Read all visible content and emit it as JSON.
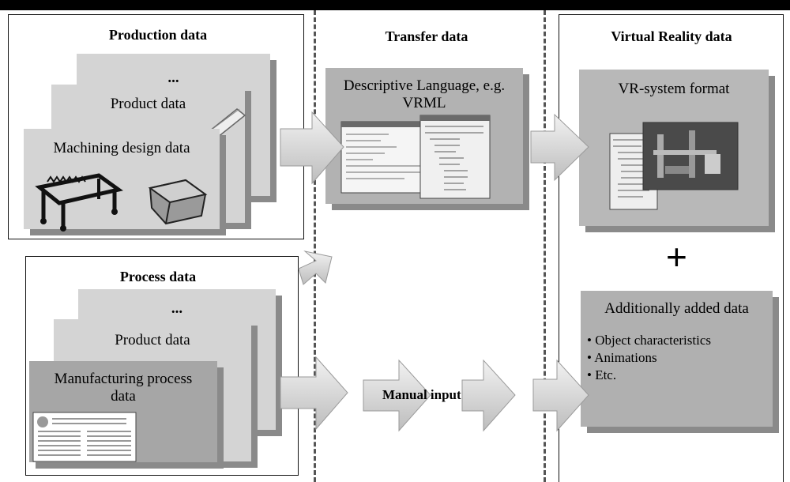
{
  "production": {
    "title": "Production data",
    "card_ellipsis": "...",
    "card_product": "Product data",
    "card_machining": "Machining design data"
  },
  "process": {
    "title": "Process data",
    "card_ellipsis": "...",
    "card_product": "Product data",
    "card_manufacturing": "Manufacturing process data"
  },
  "transfer": {
    "title": "Transfer data",
    "box_text": "Descriptive Language, e.g. VRML",
    "manual_input": "Manual input"
  },
  "vr": {
    "title": "Virtual Reality data",
    "box_text": "VR-system format",
    "plus": "+",
    "added_title": "Additionally added data",
    "bullets": [
      "• Object characteristics",
      "• Animations",
      "• Etc."
    ]
  }
}
